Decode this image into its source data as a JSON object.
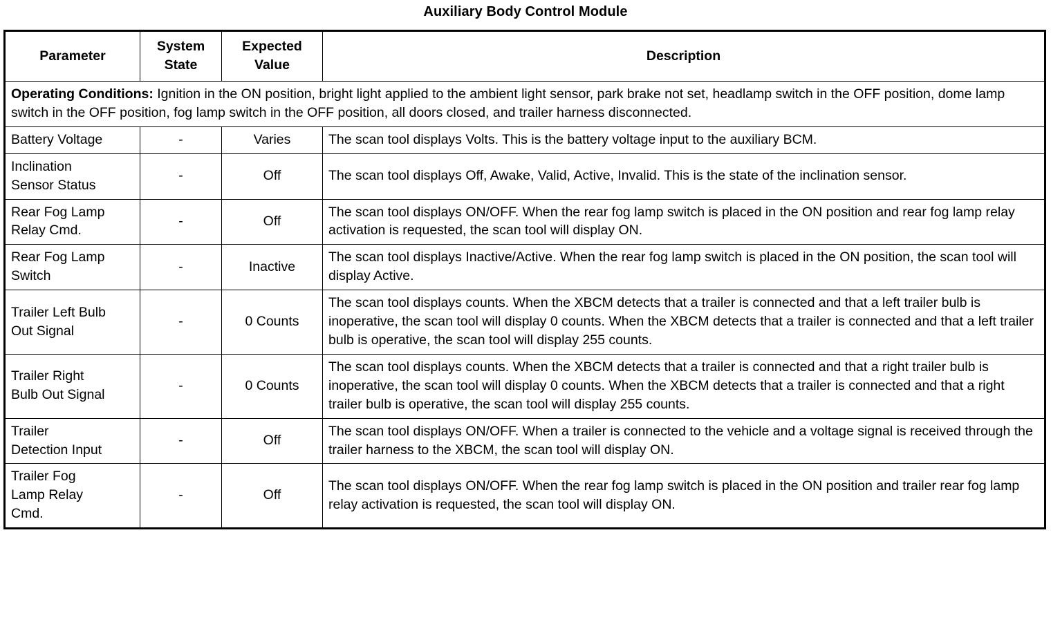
{
  "document": {
    "title": "Auxiliary Body Control Module"
  },
  "table": {
    "columns": [
      {
        "key": "parameter",
        "label": "Parameter"
      },
      {
        "key": "system_state",
        "label": "System\nState"
      },
      {
        "key": "expected_value",
        "label": "Expected\nValue"
      },
      {
        "key": "description",
        "label": "Description"
      }
    ],
    "operating_conditions": {
      "lead": "Operating Conditions:",
      "text": " Ignition in the ON position, bright light applied to the ambient light sensor, park brake not set, headlamp switch in the OFF position, dome lamp switch in the OFF position, fog lamp switch in the OFF position, all doors closed, and trailer harness disconnected."
    },
    "rows": [
      {
        "parameter": "Battery Voltage",
        "system_state": "-",
        "expected_value": "Varies",
        "description": "The scan tool displays Volts. This is the battery voltage input to the auxiliary BCM."
      },
      {
        "parameter": "Inclination\nSensor Status",
        "system_state": "-",
        "expected_value": "Off",
        "description": "The scan tool displays Off, Awake, Valid, Active, Invalid. This is the state of the inclination sensor."
      },
      {
        "parameter": "Rear Fog Lamp\nRelay Cmd.",
        "system_state": "-",
        "expected_value": "Off",
        "description": "The scan tool displays ON/OFF. When the rear fog lamp switch is placed in the ON position and rear fog lamp relay activation is requested, the scan tool will display ON."
      },
      {
        "parameter": "Rear Fog Lamp\nSwitch",
        "system_state": "-",
        "expected_value": "Inactive",
        "description": "The scan tool displays Inactive/Active. When the rear fog lamp switch is placed in the ON position, the scan tool will display Active."
      },
      {
        "parameter": "Trailer Left Bulb\nOut Signal",
        "system_state": "-",
        "expected_value": "0 Counts",
        "description": "The scan tool displays counts. When the XBCM detects that a trailer is connected and that a left trailer bulb is inoperative, the scan tool will display 0 counts. When the XBCM detects that a trailer is connected and that a left trailer bulb is operative, the scan tool will display 255 counts."
      },
      {
        "parameter": "Trailer Right\nBulb Out Signal",
        "system_state": "-",
        "expected_value": "0 Counts",
        "description": "The scan tool displays counts. When the XBCM detects that a trailer is connected and that a right trailer bulb is inoperative, the scan tool will display 0 counts. When the XBCM detects that a trailer is connected and that a right trailer bulb is operative, the scan tool will display 255 counts."
      },
      {
        "parameter": "Trailer\nDetection Input",
        "system_state": "-",
        "expected_value": "Off",
        "description": "The scan tool displays ON/OFF. When a trailer is connected to the vehicle and a voltage signal is received through the trailer harness to the XBCM, the scan tool will display ON."
      },
      {
        "parameter": "Trailer Fog\nLamp Relay\nCmd.",
        "system_state": "-",
        "expected_value": "Off",
        "description": "The scan tool displays ON/OFF. When the rear fog lamp switch is placed in the ON position and trailer rear fog lamp relay activation is requested, the scan tool will display ON."
      }
    ]
  },
  "style": {
    "text_color": "#000000",
    "background_color": "#ffffff",
    "border_color": "#000000"
  }
}
